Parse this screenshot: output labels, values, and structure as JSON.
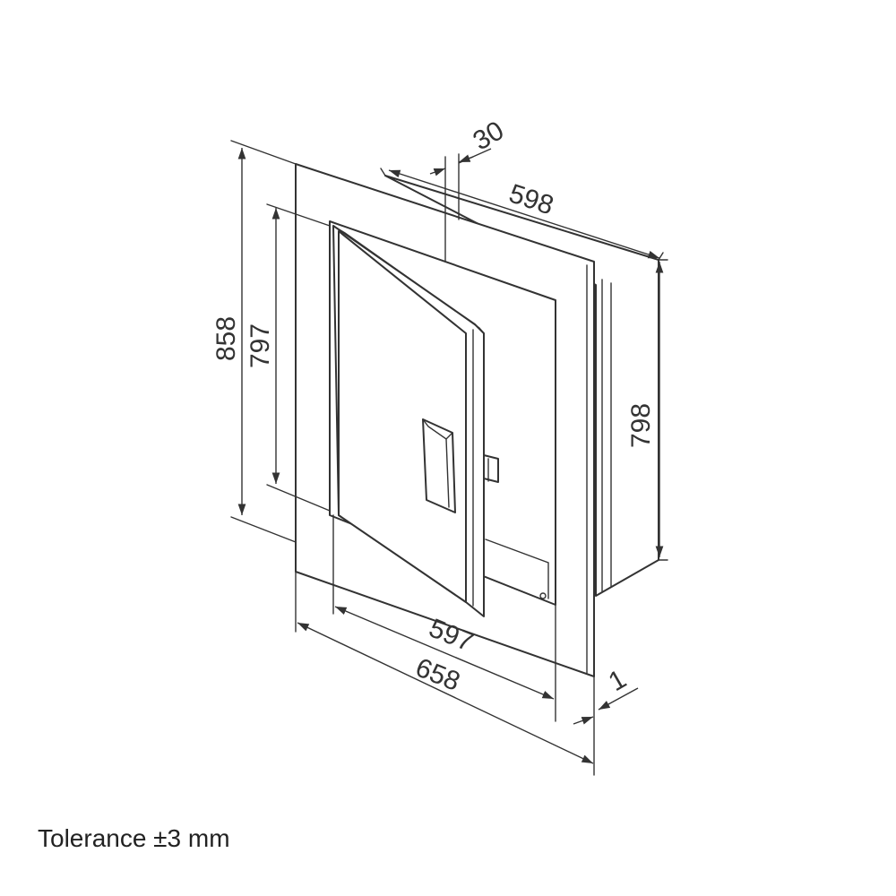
{
  "dimensions": {
    "depth": "30",
    "frame_width_back": "598",
    "outer_height": "858",
    "opening_height": "797",
    "frame_height_side": "798",
    "door_width": "597",
    "outer_width": "658",
    "flange_thickness": "1"
  },
  "caption": "Tolerance ±3 mm",
  "colors": {
    "line": "#333333",
    "background": "#ffffff"
  }
}
